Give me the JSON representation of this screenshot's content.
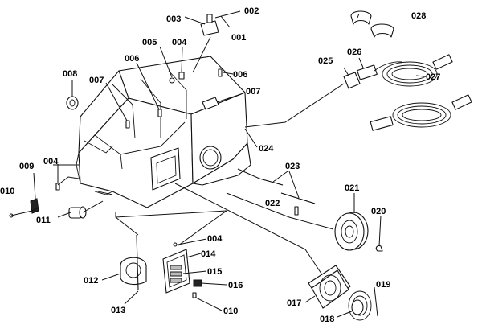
{
  "callouts": {
    "c002": "002",
    "c003": "003",
    "c001": "001",
    "c028": "028",
    "c005": "005",
    "c004_top": "004",
    "c006_left": "006",
    "c006_right": "006",
    "c008": "008",
    "c007_left": "007",
    "c007_right": "007",
    "c025": "025",
    "c026": "026",
    "c027": "027",
    "c024": "024",
    "c009": "009",
    "c004_left": "004",
    "c010_left": "010",
    "c011": "011",
    "c023": "023",
    "c022": "022",
    "c021": "021",
    "c020": "020",
    "c004_bottom": "004",
    "c014": "014",
    "c015": "015",
    "c016": "016",
    "c012": "012",
    "c013": "013",
    "c010_bottom": "010",
    "c017": "017",
    "c019": "019",
    "c018": "018"
  }
}
